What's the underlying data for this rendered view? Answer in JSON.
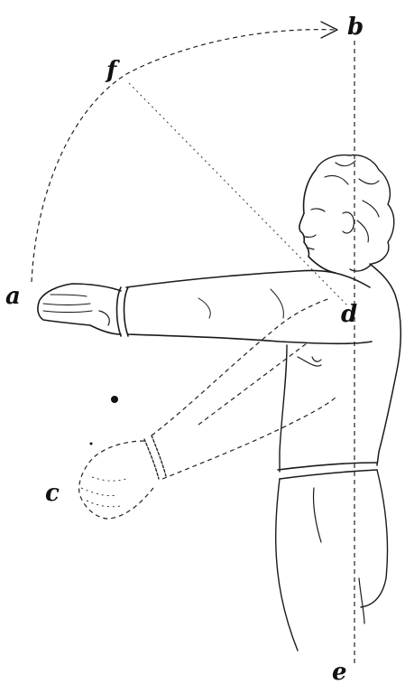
{
  "figure": {
    "labels": {
      "a": "a",
      "b": "b",
      "f": "f",
      "d": "d",
      "c": "c",
      "e": "e"
    }
  }
}
